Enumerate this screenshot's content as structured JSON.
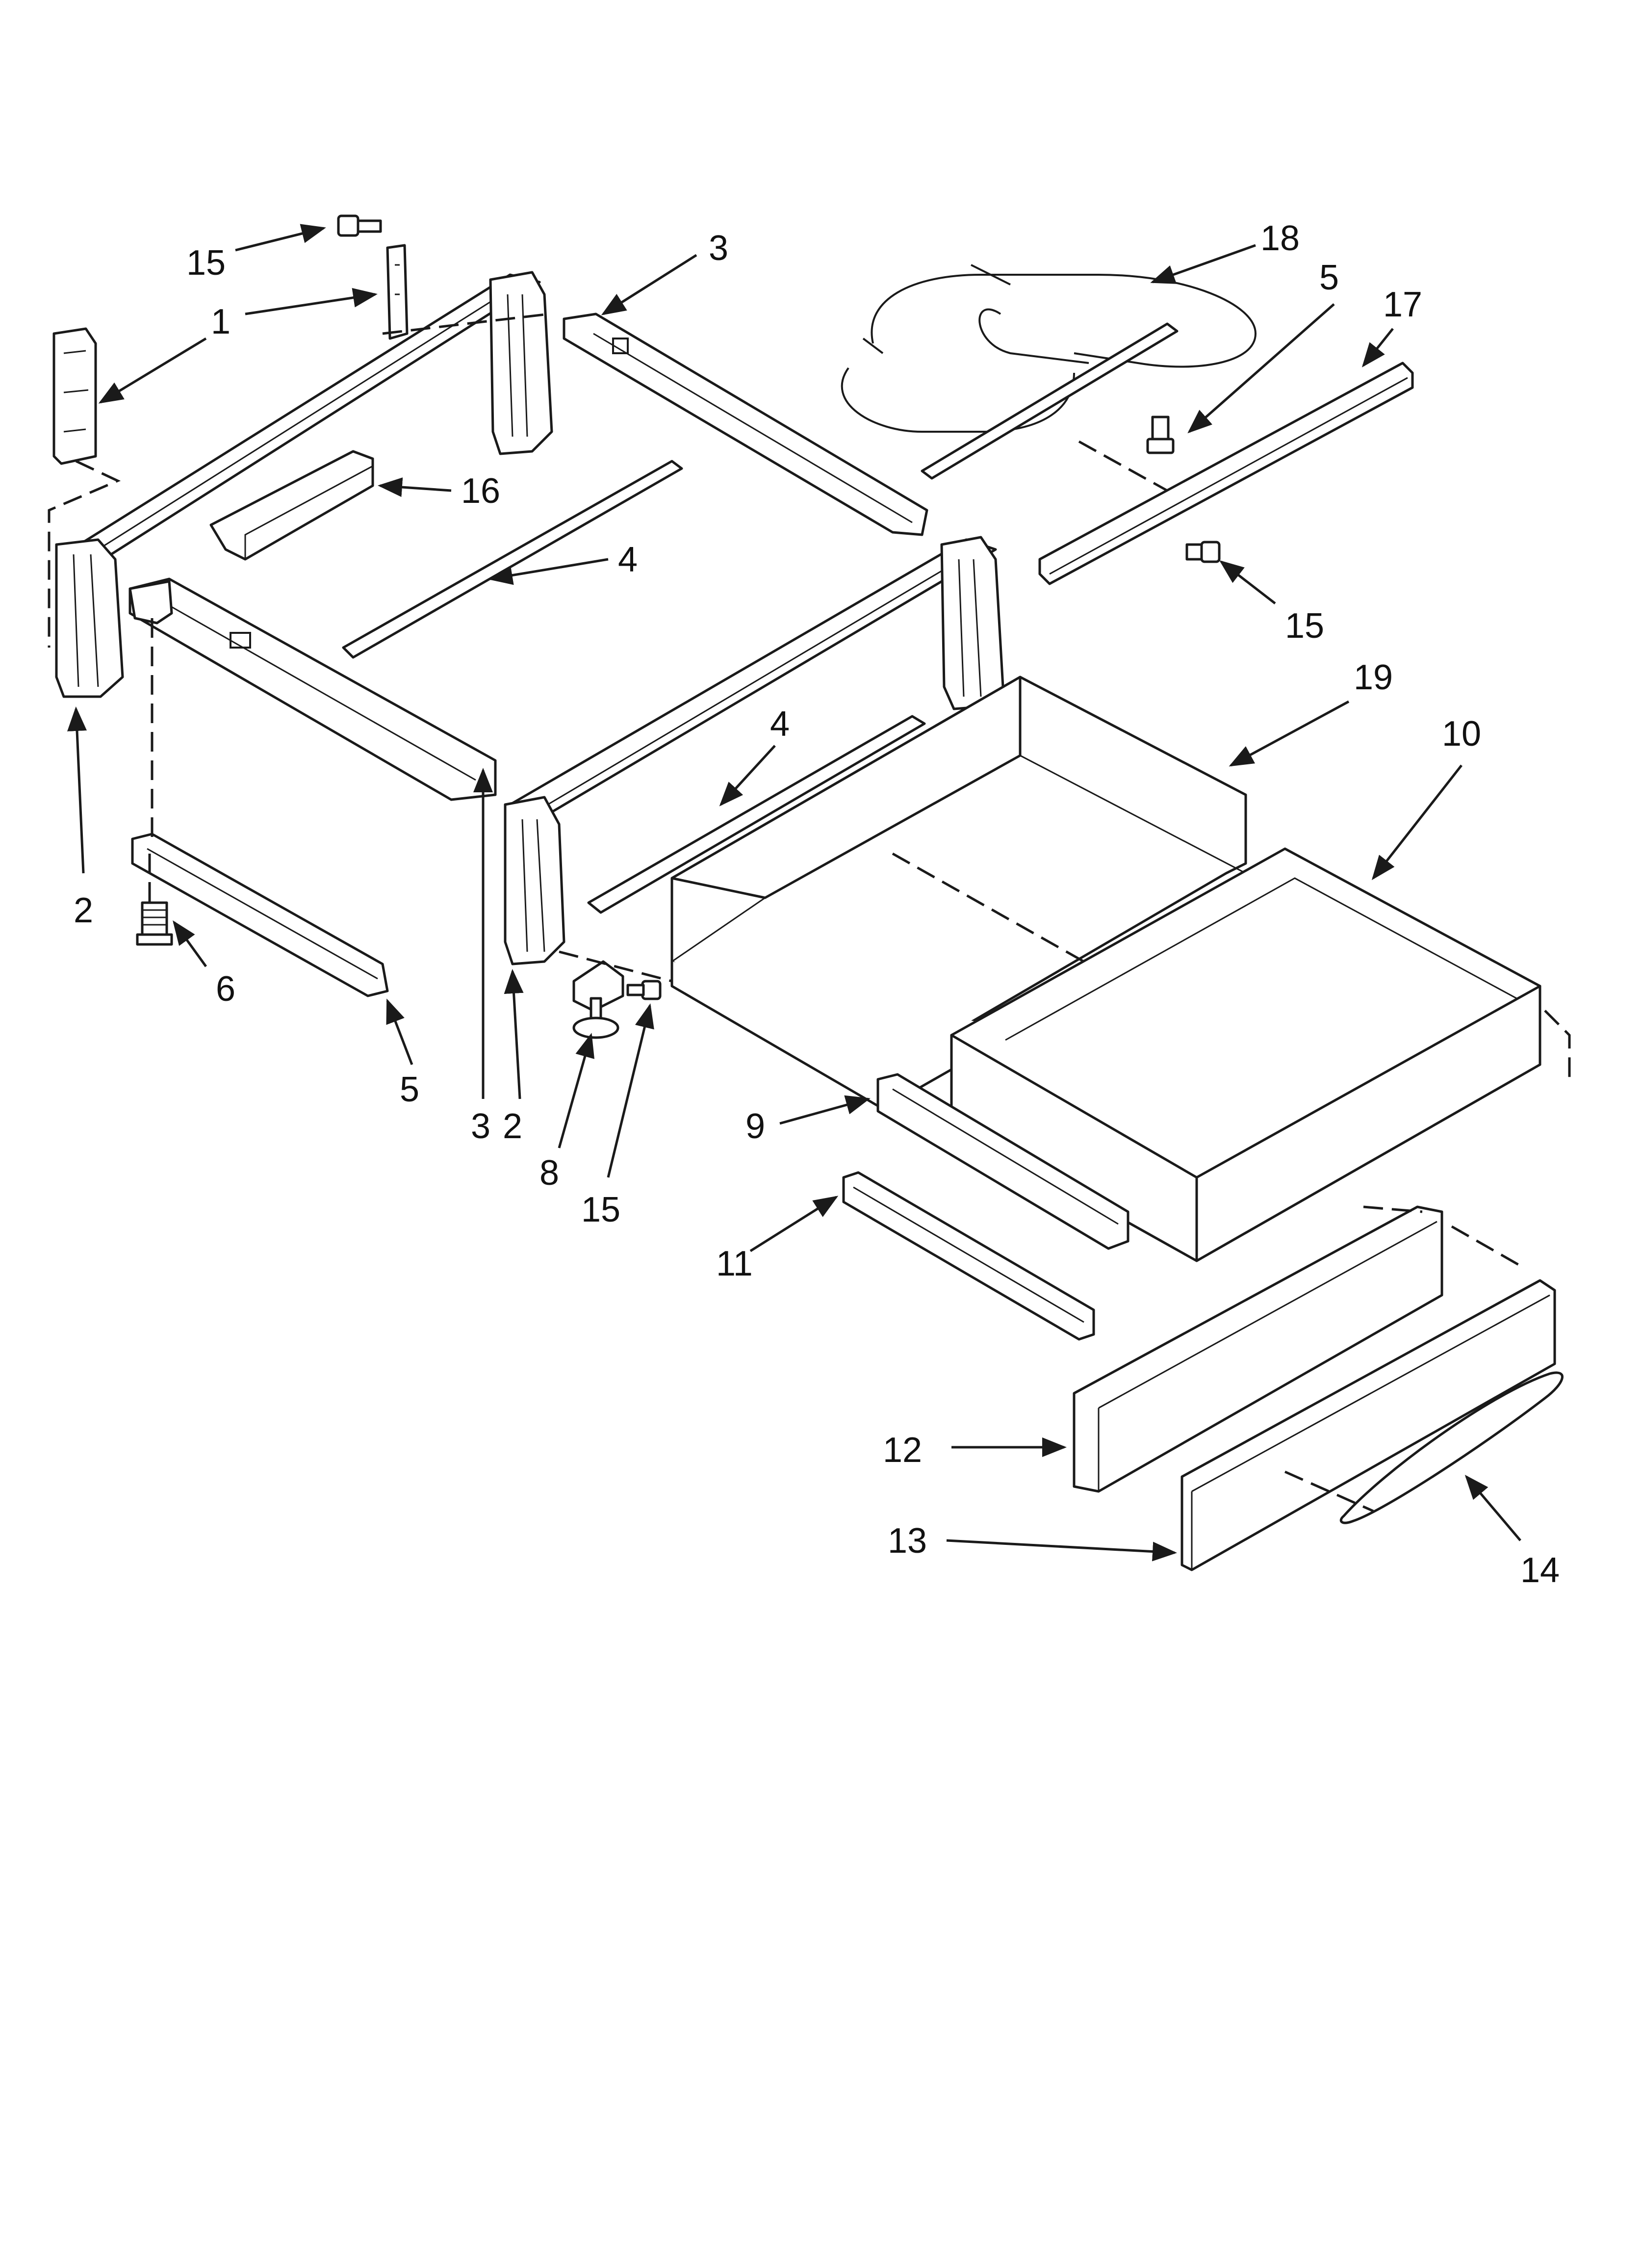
{
  "callouts": {
    "c15_top": "15",
    "c1": "1",
    "c2_left": "2",
    "c16": "16",
    "c3_top": "3",
    "c4_upper": "4",
    "c18": "18",
    "c5_right": "5",
    "c17": "17",
    "c15_right": "15",
    "c19": "19",
    "c10": "10",
    "c4_lower": "4",
    "c6": "6",
    "c5_left": "5",
    "c3_bottom": "3",
    "c2_bottom": "2",
    "c8": "8",
    "c15_bottom": "15",
    "c9": "9",
    "c11": "11",
    "c12": "12",
    "c13": "13",
    "c14": "14"
  },
  "colors": {
    "line": "#1a1a1a",
    "background": "#ffffff"
  }
}
